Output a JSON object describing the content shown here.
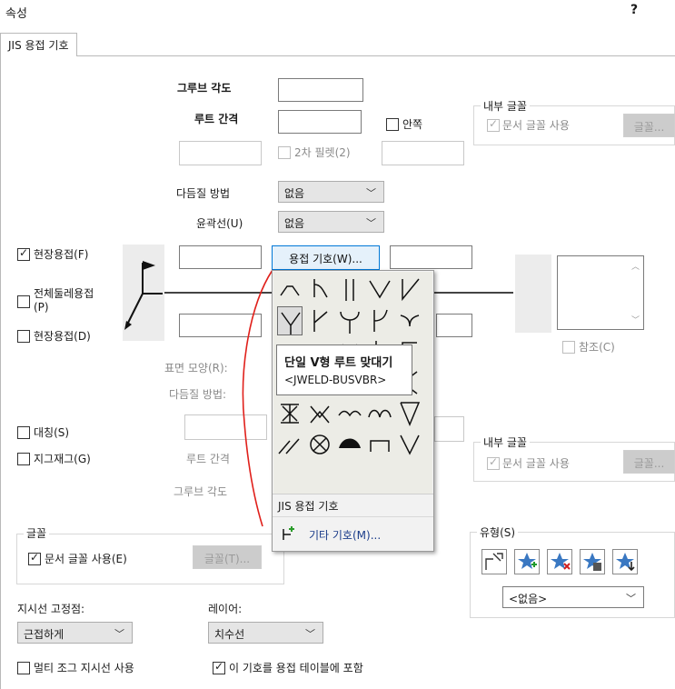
{
  "window": {
    "title": "속성",
    "help": "?"
  },
  "tab": {
    "label": "JIS 용접 기호"
  },
  "top": {
    "groove_angle_label": "그루브 각도",
    "root_gap_label": "루트 간격",
    "inside_label": "안쪽",
    "fillet2_label": "2차 필렛(2)",
    "finish_method_label": "다듬질 방법",
    "finish_method_value": "없음",
    "contour_label": "윤곽선(U)",
    "contour_value": "없음"
  },
  "font_group_top": {
    "title": "내부 글꼴",
    "use_doc_font": "문서 글꼴 사용",
    "font_button": "글꼴..."
  },
  "left_checks": {
    "field_weld_top": "현장용접(F)",
    "all_around": "전체둘레용접(P)",
    "field_weld_bottom": "현장용접(D)",
    "symmetric": "대칭(S)",
    "zigzag": "지그재그(G)"
  },
  "weld_symbol_button": "용접 기호(W)...",
  "bottom_labels": {
    "surface_shape": "표면 모양(R):",
    "finish_method": "다듬질 방법:",
    "root_gap": "루트 간격",
    "groove_angle": "그루브 각도"
  },
  "reference_label": "참조(C)",
  "font_group_bottom": {
    "title": "내부 글꼴",
    "use_doc_font": "문서 글꼴 사용",
    "font_button": "글꼴..."
  },
  "popup": {
    "category": "JIS 용접 기호",
    "other_symbols": "기타 기호(M)..."
  },
  "tooltip": {
    "title": "단일 V형 루트 맞대기",
    "code": "<JWELD-BUSVBR>"
  },
  "font_group": {
    "title": "글꼴",
    "use_doc_font": "문서 글꼴 사용(E)",
    "font_button": "글꼴(T)..."
  },
  "style_group": {
    "title": "유형(S)",
    "value": "<없음>"
  },
  "leader_anchor": {
    "label": "지시선 고정점:",
    "value": "근접하게"
  },
  "layer": {
    "label": "레이어:",
    "value": "치수선"
  },
  "multi_jog": {
    "label": "멀티 조그 지시선 사용"
  },
  "include_table": {
    "label": "이 기호를 용접 테이블에 포함"
  },
  "colors": {
    "accent_blue": "#0078d7",
    "annotation_red": "#e0201b"
  }
}
